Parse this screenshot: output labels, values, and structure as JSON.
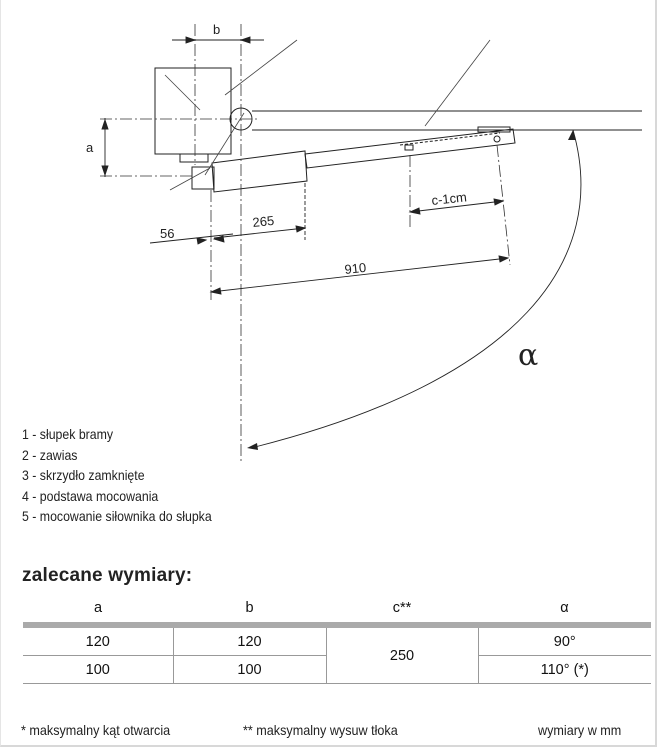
{
  "diagram": {
    "labels": {
      "b": "b",
      "a": "a",
      "dim_56": "56",
      "dim_265": "265",
      "dim_910": "910",
      "dim_c": "c-1cm",
      "alpha": "α"
    }
  },
  "legend": [
    "1 - słupek bramy",
    "2 - zawias",
    "3 - skrzydło zamknięte",
    "4 - podstawa mocowania",
    "5 - mocowanie siłownika do słupka"
  ],
  "table": {
    "title": "zalecane wymiary:",
    "headers": [
      "a",
      "b",
      "c**",
      "α"
    ],
    "rows": [
      [
        "120",
        "120",
        "250",
        "90°"
      ],
      [
        "100",
        "100",
        "",
        "110° (*)"
      ]
    ]
  },
  "footnotes": {
    "angle": "* maksymalny kąt otwarcia",
    "stroke": "** maksymalny wysuw tłoka",
    "units": "wymiary w mm"
  }
}
